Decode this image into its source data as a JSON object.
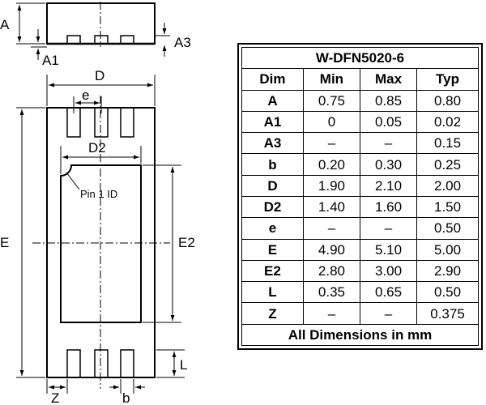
{
  "table": {
    "title": "W-DFN5020-6",
    "headers": [
      "Dim",
      "Min",
      "Max",
      "Typ"
    ],
    "rows": [
      [
        "A",
        "0.75",
        "0.85",
        "0.80"
      ],
      [
        "A1",
        "0",
        "0.05",
        "0.02"
      ],
      [
        "A3",
        "–",
        "–",
        "0.15"
      ],
      [
        "b",
        "0.20",
        "0.30",
        "0.25"
      ],
      [
        "D",
        "1.90",
        "2.10",
        "2.00"
      ],
      [
        "D2",
        "1.40",
        "1.60",
        "1.50"
      ],
      [
        "e",
        "–",
        "–",
        "0.50"
      ],
      [
        "E",
        "4.90",
        "5.10",
        "5.00"
      ],
      [
        "E2",
        "2.80",
        "3.00",
        "2.90"
      ],
      [
        "L",
        "0.35",
        "0.65",
        "0.50"
      ],
      [
        "Z",
        "–",
        "–",
        "0.375"
      ]
    ],
    "footer": "All Dimensions in mm"
  },
  "labels": {
    "A": "A",
    "A1": "A1",
    "A3": "A3",
    "D": "D",
    "e": "e",
    "D2": "D2",
    "pin1": "Pin 1 ID",
    "E": "E",
    "E2": "E2",
    "L": "L",
    "Z": "Z",
    "b": "b"
  }
}
